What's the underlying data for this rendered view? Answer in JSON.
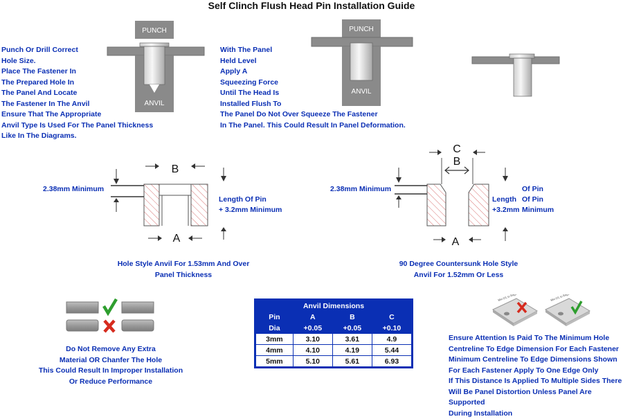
{
  "title": "Self Clinch Flush Head Pin Installation Guide",
  "steps": {
    "left_lines": [
      "Punch Or Drill Correct",
      "Hole Size.",
      "Place The Fastener In",
      "The Prepared Hole In",
      "The Panel And Locate",
      "The Fastener In The Anvil",
      "Ensure That The Appropriate",
      "Anvil Type Is Used For The Panel Thickness",
      "Like In The Diagrams."
    ],
    "middle_lines": [
      "With The Panel",
      "Held Level",
      "Apply A",
      "Squeezing Force",
      "Until The Head Is",
      "Installed Flush To",
      "The Panel  Do Not Over Squeeze The Fastener",
      "In The Panel. This Could Result In Panel Deformation."
    ]
  },
  "press_labels": {
    "punch": "PUNCH",
    "anvil": "ANVIL"
  },
  "hole_style": {
    "min_label": "2.38mm  Minimum",
    "length_label_1": "Length Of Pin",
    "length_label_2": "+ 3.2mm Minimum",
    "dim_top": "B",
    "dim_bottom": "A",
    "caption_1": "Hole Style Anvil For 1.53mm And Over",
    "caption_2": "Panel Thickness"
  },
  "countersunk": {
    "min_label": "2.38mm  Minimum",
    "right_label_1": "Of Pin",
    "right_label_2a": "Length",
    "right_label_2b": "Of Pin",
    "right_label_3a": "+3.2mm",
    "right_label_3b": "Minimum",
    "dim_c": "C",
    "dim_b": "B",
    "dim_a": "A",
    "caption_1": "90 Degree Countersunk Hole Style",
    "caption_2": "Anvil For 1.52mm Or Less"
  },
  "chamfer_note": [
    "Do Not Remove Any Extra",
    "Material OR Chanfer The Hole",
    "This Could Result In Improper Installation",
    "Or Reduce Performance"
  ],
  "edge_note": [
    "Ensure Attention Is Paid To The Minimum Hole",
    "Centreline To Edge Dimension For Each Fastener",
    "Minimum Centreline To Edge Dimensions Shown",
    "For Each Fastener Apply To One Edge Only",
    "If This Distance Is Applied To Multiple Sides There",
    "Will Be Panel Distortion Unless Panel Are Supported",
    "During Installation"
  ],
  "edge_tags": {
    "tag": "Min C/L to Edge"
  },
  "table": {
    "caption": "Anvil Dimensions",
    "headers_row1": [
      "Pin",
      "A",
      "B",
      "C"
    ],
    "headers_row2": [
      "Dia",
      "+0.05",
      "+0.05",
      "+0.10"
    ],
    "rows": [
      [
        "3mm",
        "3.10",
        "3.61",
        "4.9"
      ],
      [
        "4mm",
        "4.10",
        "4.19",
        "5.44"
      ],
      [
        "5mm",
        "5.10",
        "5.61",
        "6.93"
      ]
    ]
  },
  "colors": {
    "text_blue": "#0a2fb4",
    "check_green": "#2e9e2e",
    "cross_red": "#d62b1e",
    "metal_gray": "#8c8c8c"
  }
}
